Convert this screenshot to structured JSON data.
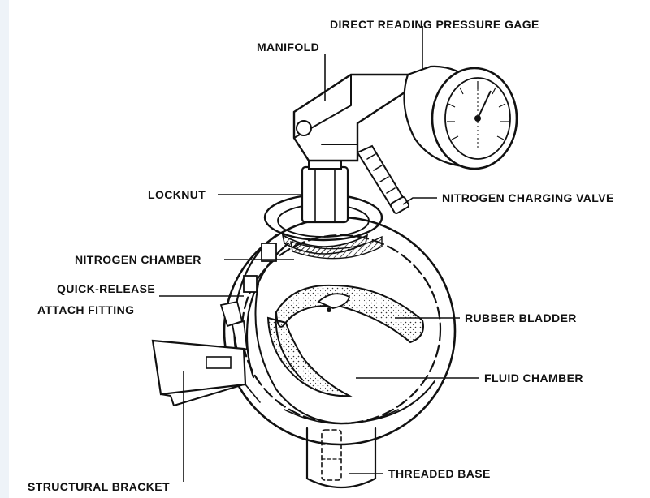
{
  "labels": {
    "direct_reading_pressure_gage": "DIRECT READING PRESSURE GAGE",
    "manifold": "MANIFOLD",
    "locknut": "LOCKNUT",
    "nitrogen_charging_valve": "NITROGEN CHARGING VALVE",
    "nitrogen_chamber": "NITROGEN CHAMBER",
    "quick_release_line1": "QUICK-RELEASE",
    "quick_release_line2": "ATTACH FITTING",
    "rubber_bladder": "RUBBER BLADDER",
    "fluid_chamber": "FLUID CHAMBER",
    "structural_bracket": "STRUCTURAL BRACKET",
    "threaded_base": "THREADED BASE"
  },
  "colors": {
    "ink": "#111111",
    "background": "#ffffff",
    "side_strip": "#eef3f8"
  }
}
